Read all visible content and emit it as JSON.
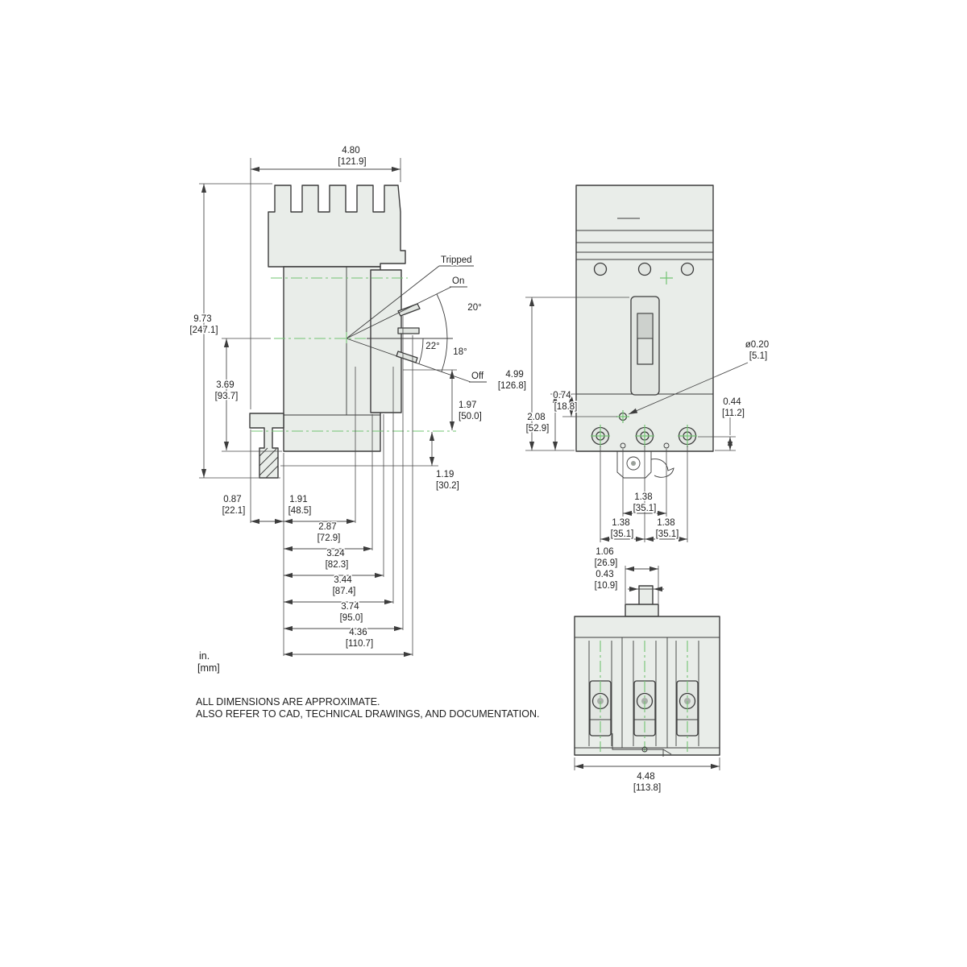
{
  "drawing": {
    "units_note": {
      "line1": "in.",
      "line2": "[mm]"
    },
    "disclaimer": {
      "line1": "ALL DIMENSIONS ARE APPROXIMATE.",
      "line2": "ALSO REFER TO CAD, TECHNICAL DRAWINGS, AND DOCUMENTATION."
    },
    "colors": {
      "line": "#3c3c3c",
      "body_fill": "#e9ede9",
      "centerline_green": "#72c472",
      "text": "#1e1e1e",
      "background": "#ffffff"
    }
  },
  "side_view": {
    "labels": {
      "tripped": "Tripped",
      "on": "On",
      "off": "Off",
      "angle_upper": "20°",
      "angle_mid": "22°",
      "angle_lower": "18°"
    },
    "dims": {
      "overall_depth": {
        "in": "4.80",
        "mm": "[121.9]"
      },
      "overall_height": {
        "in": "9.73",
        "mm": "[247.1]"
      },
      "lower_height": {
        "in": "3.69",
        "mm": "[93.7]"
      },
      "handle_zone": {
        "in": "1.97",
        "mm": "[50.0]"
      },
      "base_zone": {
        "in": "1.19",
        "mm": "[30.2]"
      },
      "depth_0": {
        "in": "0.87",
        "mm": "[22.1]"
      },
      "depth_1": {
        "in": "1.91",
        "mm": "[48.5]"
      },
      "depth_2": {
        "in": "2.87",
        "mm": "[72.9]"
      },
      "depth_3": {
        "in": "3.24",
        "mm": "[82.3]"
      },
      "depth_4": {
        "in": "3.44",
        "mm": "[87.4]"
      },
      "depth_5": {
        "in": "3.74",
        "mm": "[95.0]"
      },
      "depth_6": {
        "in": "4.36",
        "mm": "[110.7]"
      }
    }
  },
  "front_view": {
    "dims": {
      "height": {
        "in": "4.99",
        "mm": "[126.8]"
      },
      "hole_offset": {
        "in": "0.74",
        "mm": "[18.8]"
      },
      "lower_height": {
        "in": "2.08",
        "mm": "[52.9]"
      },
      "hole_diameter": {
        "in": "ø0.20",
        "mm": "[5.1]"
      },
      "terminal_to_bottom": {
        "in": "0.44",
        "mm": "[11.2]"
      },
      "hole_pitch": {
        "in": "1.38",
        "mm": "[35.1]"
      },
      "pole_pitch_left": {
        "in": "1.38",
        "mm": "[35.1]"
      },
      "pole_pitch_right": {
        "in": "1.38",
        "mm": "[35.1]"
      }
    }
  },
  "bottom_view": {
    "dims": {
      "handle_width": {
        "in": "1.06",
        "mm": "[26.9]"
      },
      "handle_thickness": {
        "in": "0.43",
        "mm": "[10.9]"
      },
      "overall_width": {
        "in": "4.48",
        "mm": "[113.8]"
      }
    }
  }
}
